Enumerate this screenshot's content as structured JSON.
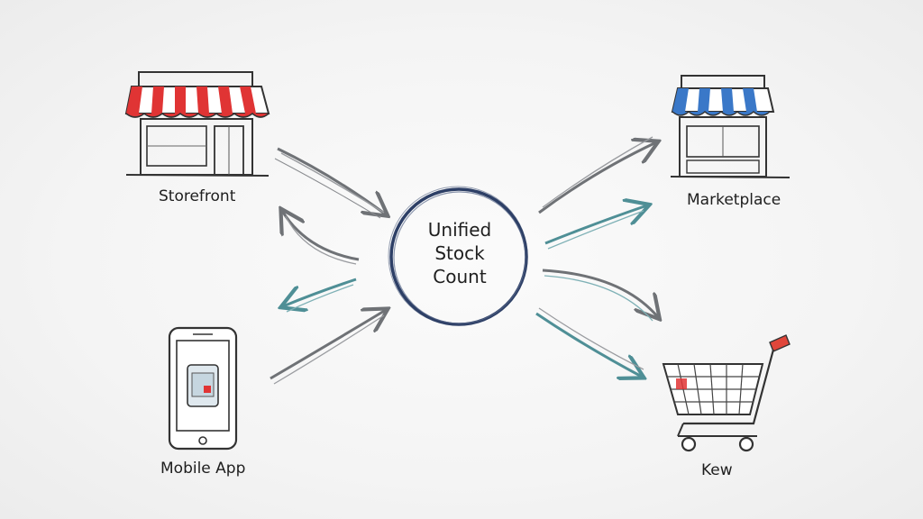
{
  "hub": {
    "lines": [
      "Unified",
      "Stock",
      "Count"
    ]
  },
  "channels": {
    "storefront": "Storefront",
    "marketplace": "Marketplace",
    "mobile_app": "Mobile App",
    "cart": "Kew"
  },
  "colors": {
    "ink": "#333333",
    "hub_ring": "#2d3f66",
    "arrow_gray": "#6f7276",
    "arrow_teal": "#4f8f96",
    "awning_red": "#e03434",
    "awning_blue": "#3a78c8",
    "cart_handle": "#e0463a"
  },
  "icons": [
    "storefront-icon",
    "marketplace-store-icon",
    "mobile-phone-icon",
    "shopping-cart-icon"
  ]
}
